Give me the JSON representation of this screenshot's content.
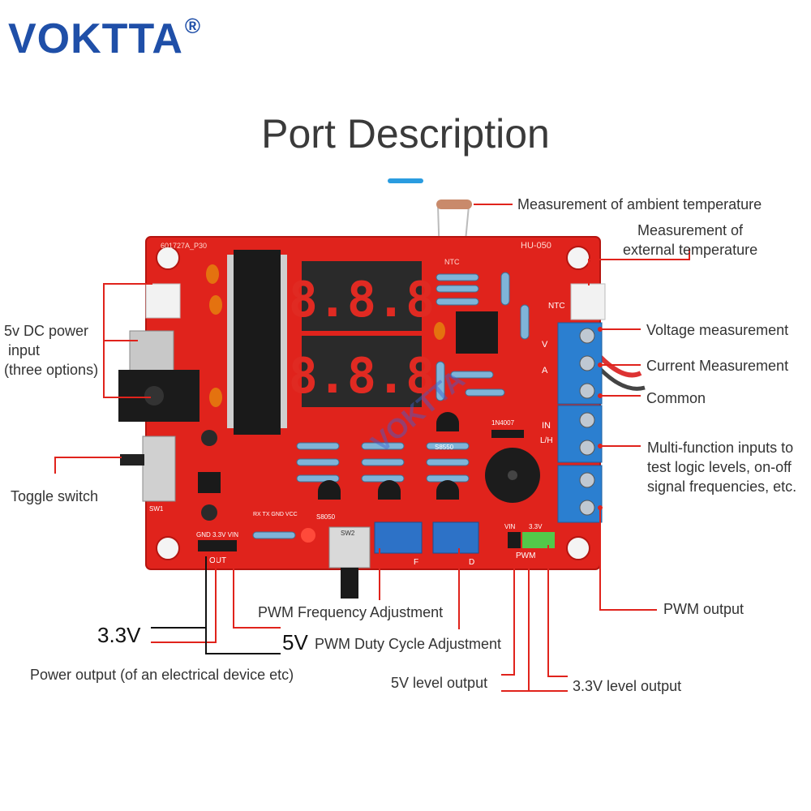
{
  "brand": {
    "name": "VOKTTA",
    "mark": "®"
  },
  "title": "Port Description",
  "board": {
    "silk_model": "601727A_P30",
    "silk_name": "HU-050",
    "silk_ntc": "NTC",
    "silk_gnd_row": "GND 3.3V VIN",
    "silk_out": "OUT",
    "silk_pwm": "PWM",
    "silk_vin": "VIN",
    "silk_33": "3.3V",
    "silk_v": "V",
    "silk_a": "A",
    "silk_in": "IN",
    "silk_lh": "L/H",
    "silk_f": "F",
    "silk_d": "D",
    "silk_s8050": "S8050",
    "silk_s8550": "S8550",
    "silk_diode": "1N4007",
    "silk_sw1": "SW1",
    "silk_sw2": "SW2",
    "silk_pins": "RX TX GND VCC",
    "watermark": "VOKTTA"
  },
  "labels": {
    "ambient": "Measurement of ambient temperature",
    "external_1": "Measurement of",
    "external_2": "external temperature",
    "voltage": "Voltage measurement",
    "current": "Current Measurement",
    "common": "Common",
    "multi_1": "Multi-function inputs to",
    "multi_2": "test logic levels, on-off",
    "multi_3": "signal frequencies, etc.",
    "dc_1": "5v DC power",
    "dc_2": "input",
    "dc_3": "(three options)",
    "toggle": "Toggle switch",
    "pwm_freq": "PWM Frequency Adjustment",
    "v33_big": "3.3V",
    "v5_big": "5V",
    "pwm_duty": "PWM Duty Cycle Adjustment",
    "power_out": "Power output (of an electrical device etc)",
    "out_5v": "5V level output",
    "out_33v": "3.3V level output",
    "pwm_output": "PWM output"
  },
  "colors": {
    "board": "#e0231c",
    "leader": "#e0231c",
    "brand": "#1f4fa8",
    "accent": "#2a9ce0",
    "terminal": "#2b7fd0"
  }
}
